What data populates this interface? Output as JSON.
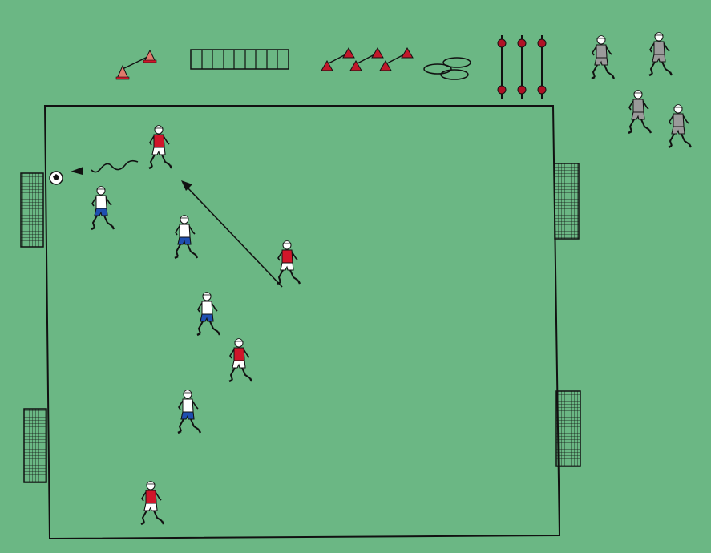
{
  "diagram": {
    "background_color": "#6bb784",
    "line_color": "#111111",
    "red_team": {
      "color": "#d0162a",
      "players": [
        {
          "id": "red-1"
        },
        {
          "id": "red-2"
        },
        {
          "id": "red-3"
        },
        {
          "id": "red-4"
        }
      ]
    },
    "blue_team": {
      "color": "#1f4fb0",
      "players": [
        {
          "id": "blue-1"
        },
        {
          "id": "blue-2"
        },
        {
          "id": "blue-3"
        },
        {
          "id": "blue-4"
        }
      ]
    },
    "substitutes": {
      "color": "#9a9a9a",
      "count": 4
    },
    "equipment": [
      "cones",
      "agility-ladder",
      "hurdles-with-cones",
      "rings",
      "poles"
    ],
    "goals": 4,
    "ball": "soccer-ball-icon",
    "movements": [
      "pass-arrow",
      "dribble-squiggle"
    ]
  }
}
